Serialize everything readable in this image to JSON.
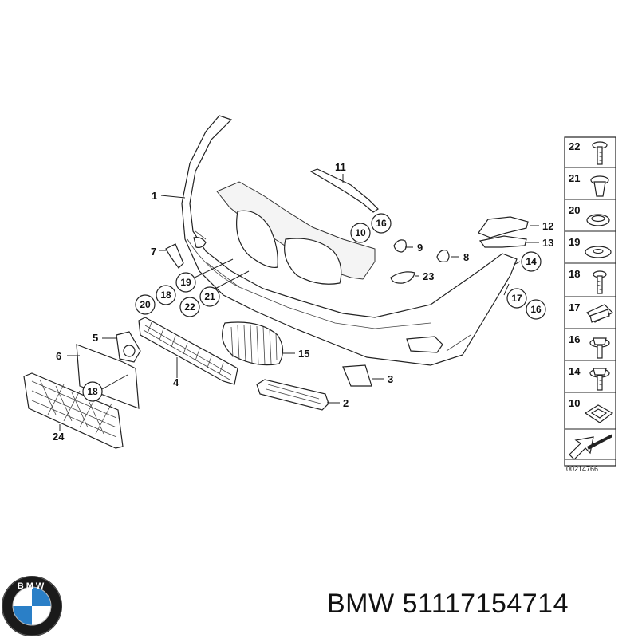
{
  "diagram": {
    "callouts": [
      {
        "id": "c1",
        "text": "1"
      },
      {
        "id": "c2",
        "text": "2"
      },
      {
        "id": "c3",
        "text": "3"
      },
      {
        "id": "c4",
        "text": "4"
      },
      {
        "id": "c5",
        "text": "5"
      },
      {
        "id": "c6",
        "text": "6"
      },
      {
        "id": "c7",
        "text": "7"
      },
      {
        "id": "c8",
        "text": "8"
      },
      {
        "id": "c9",
        "text": "9"
      },
      {
        "id": "c11",
        "text": "11"
      },
      {
        "id": "c12",
        "text": "12"
      },
      {
        "id": "c13",
        "text": "13"
      },
      {
        "id": "c15",
        "text": "15"
      },
      {
        "id": "c23",
        "text": "23"
      },
      {
        "id": "c24",
        "text": "24"
      }
    ],
    "circled_callouts": [
      {
        "id": "k10",
        "text": "10"
      },
      {
        "id": "k16a",
        "text": "16"
      },
      {
        "id": "k14",
        "text": "14"
      },
      {
        "id": "k17",
        "text": "17"
      },
      {
        "id": "k16b",
        "text": "16"
      },
      {
        "id": "k19",
        "text": "19"
      },
      {
        "id": "k18a",
        "text": "18"
      },
      {
        "id": "k20",
        "text": "20"
      },
      {
        "id": "k21",
        "text": "21"
      },
      {
        "id": "k22",
        "text": "22"
      },
      {
        "id": "k18b",
        "text": "18"
      }
    ],
    "fastener_legend": [
      "22",
      "21",
      "20",
      "19",
      "18",
      "17",
      "16",
      "14",
      "10"
    ],
    "diagram_code": "00214766"
  },
  "footer": {
    "brand": "BMW",
    "part_number": "51117154714",
    "logo_letters": "BMW"
  }
}
